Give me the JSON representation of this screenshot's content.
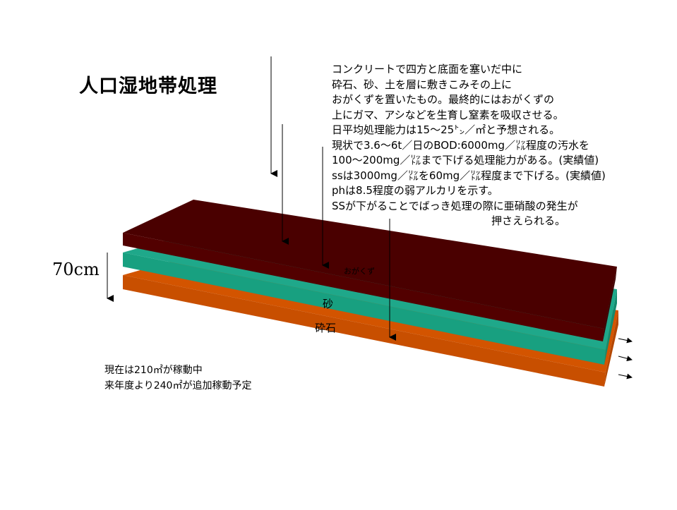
{
  "title": "人口湿地帯処理",
  "description_lines": [
    "コンクリートで四方と底面を塞いだ中に",
    "砕石、砂、土を層に敷きこみその上に",
    "おがくずを置いたもの。最終的にはおがくずの",
    "上にガマ、アシなどを生育し窒素を吸収させる。",
    "日平均処理能力は15～25㌧／㎡と予想される。",
    "現状で3.6～6t／日のBOD:6000mg／㍑程度の汚水を",
    "100～200mg／㍑まで下げる処理能力がある。(実績値)",
    "ssは3000mg／㍑を60mg／㍑程度まで下げる。(実績値)",
    "phは8.5程度の弱アルカリを示す。",
    "SSが下がることでばっき処理の際に亜硝酸の発生が",
    "押さえられる。"
  ],
  "height_label": "70cm",
  "layers": {
    "top_label": "おがくず",
    "middle_label": "砂",
    "bottom_label": "砕石"
  },
  "status_lines": [
    "現在は210㎡が稼動中",
    "来年度より240㎡が追加稼動予定"
  ],
  "colors": {
    "sawdust": "#4a0000",
    "sand": "#1fa88a",
    "gravel": "#d35400"
  }
}
